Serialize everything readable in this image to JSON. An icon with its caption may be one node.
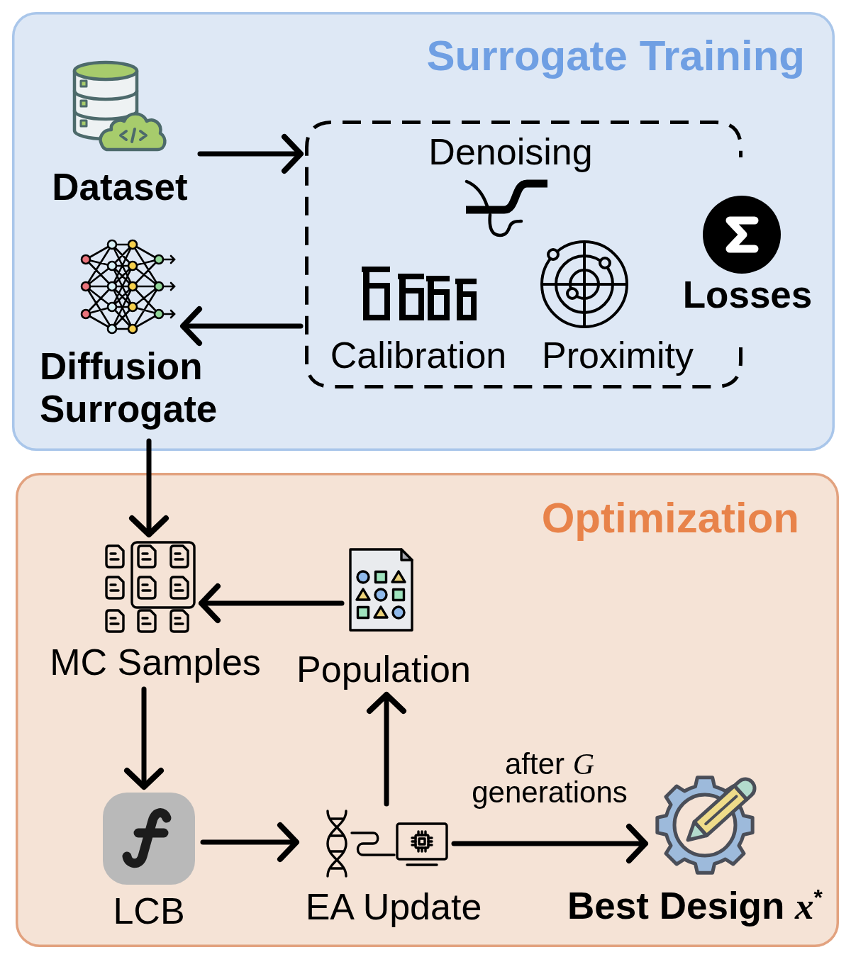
{
  "diagram": {
    "nodes": [
      {
        "text": [
          "Surrogate Training"
        ]
      },
      {
        "text": [
          "Dataset"
        ],
        "in": 0
      },
      {
        "text": [
          "Losses"
        ],
        "in": 0
      },
      {
        "text": [
          "Denoising"
        ],
        "in": 2
      },
      {
        "text": [
          "Calibration"
        ],
        "in": 2
      },
      {
        "text": [
          "Proximity"
        ],
        "in": 2
      },
      {
        "text": [
          "Diffusion Surrogate"
        ],
        "in": 0
      },
      {
        "text": [
          "Optimization"
        ]
      },
      {
        "text": [
          "MC Samples"
        ],
        "in": 7
      },
      {
        "text": [
          "Population"
        ],
        "in": 7
      },
      {
        "text": [
          "LCB"
        ],
        "in": 7
      },
      {
        "text": [
          "EA Update"
        ],
        "in": 7
      },
      {
        "text": [
          "Best Design *x*$^{*}$"
        ],
        "in": 7
      }
    ],
    "edges": [
      {
        "from": 1,
        "to": 2,
        "arrow": "to"
      },
      {
        "from": 2,
        "to": 6,
        "arrow": "to"
      },
      {
        "from": 6,
        "to": 8,
        "arrow": "to"
      },
      {
        "from": 9,
        "to": 8,
        "arrow": "to"
      },
      {
        "from": 8,
        "to": 10,
        "arrow": "to"
      },
      {
        "from": 10,
        "to": 11,
        "arrow": "to"
      },
      {
        "from": 11,
        "to": 9,
        "arrow": "to"
      },
      {
        "from": 11,
        "to": 12,
        "arrow": "to",
        "label": "after *G* generations"
      }
    ]
  }
}
